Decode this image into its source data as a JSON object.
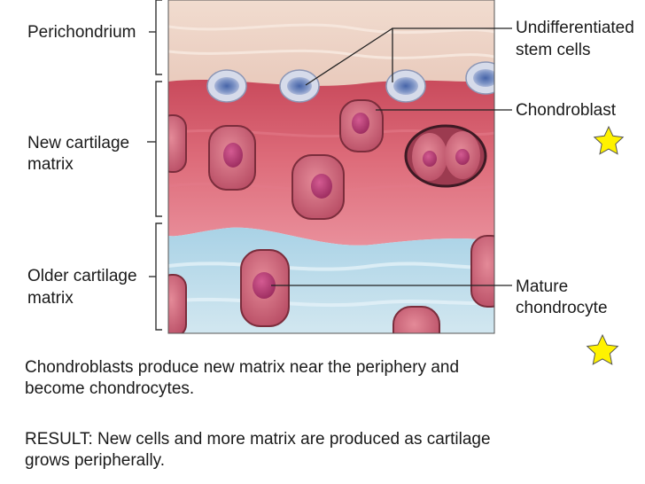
{
  "labels": {
    "perichondrium": "Perichondrium",
    "new_matrix_1": "New cartilage",
    "new_matrix_2": "matrix",
    "older_matrix_1": "Older cartilage",
    "older_matrix_2": "matrix",
    "stem_cells_1": "Undifferentiated",
    "stem_cells_2": "stem cells",
    "chondroblast": "Chondroblast",
    "mature_1": "Mature",
    "mature_2": "chondrocyte"
  },
  "caption": {
    "line1": "Chondroblasts produce new matrix near the periphery and",
    "line2": "become chondrocytes.",
    "line3": "RESULT: New cells and more matrix are produced as cartilage",
    "line4": "grows peripherally."
  },
  "colors": {
    "perichondrium": "#ecd2c4",
    "new_matrix": "#d9606e",
    "older_matrix": "#bcdceb",
    "cell": "#d0647a",
    "nucleus": "#b0386e",
    "stem_nucleus": "#5a73ac",
    "star": "#fff200"
  }
}
